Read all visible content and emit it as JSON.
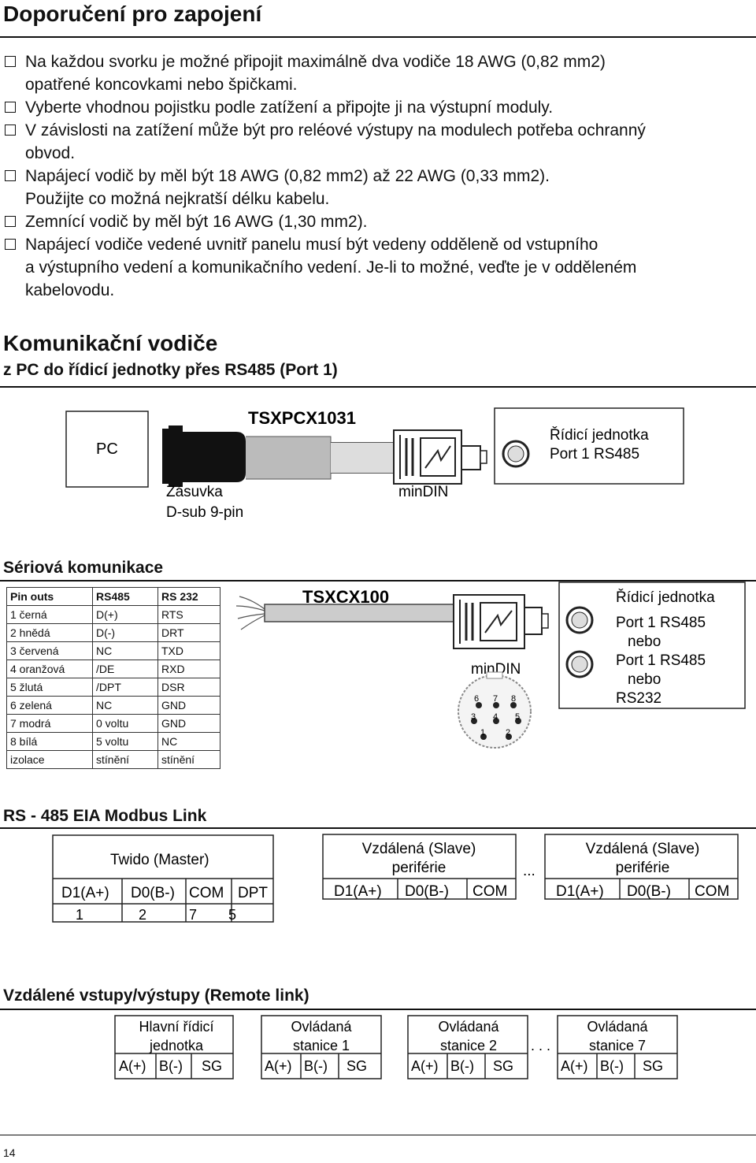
{
  "heading1": "Doporučení pro zapojení",
  "bullets": [
    [
      "Na každou svorku je možné připojit maximálně dva vodiče 18 AWG (0,82 mm2)",
      "opatřené koncovkami nebo špičkami."
    ],
    [
      "Vyberte vhodnou pojistku podle zatížení a připojte ji na výstupní moduly."
    ],
    [
      "V závislosti na zatížení může být pro reléové výstupy na modulech potřeba ochranný",
      "obvod."
    ],
    [
      "Napájecí vodič by měl být 18 AWG (0,82 mm2) až 22 AWG (0,33 mm2).",
      "Použijte co možná nejkratší délku kabelu."
    ],
    [
      "Zemnící vodič by měl být 16 AWG (1,30 mm2)."
    ],
    [
      "Napájecí vodiče vedené uvnitř panelu musí být vedeny odděleně od vstupního",
      "a výstupního vedení a komunikačního vedení. Je-li to možné, veďte je v odděleném",
      "kabelovodu."
    ]
  ],
  "heading2": "Komunikační vodiče",
  "subheading2": "z PC do řídicí jednotky přes RS485 (Port 1)",
  "diag1": {
    "pc": "PC",
    "cable": "TSXPCX1031",
    "socket": [
      "Zásuvka",
      "D-sub 9-pin"
    ],
    "mindin": "minDIN",
    "controller": [
      "Řídicí jednotka",
      "Port 1 RS485"
    ]
  },
  "serial": {
    "title": "Sériová komunikace",
    "headers": [
      "Pin outs",
      "RS485",
      "RS 232"
    ],
    "rows": [
      [
        "1 černá",
        "D(+)",
        "RTS"
      ],
      [
        "2 hnědá",
        "D(-)",
        "DRT"
      ],
      [
        "3 červená",
        "NC",
        "TXD"
      ],
      [
        "4 oranžová",
        "/DE",
        "RXD"
      ],
      [
        "5 žlutá",
        "/DPT",
        "DSR"
      ],
      [
        "6 zelená",
        "NC",
        "GND"
      ],
      [
        "7 modrá",
        "0 voltu",
        "GND"
      ],
      [
        "8 bílá",
        "5 voltu",
        "NC"
      ],
      [
        "izolace",
        "stínění",
        "stínění"
      ]
    ],
    "cable": "TSXCX100",
    "mindin": "minDIN",
    "pins": [
      "6",
      "7",
      "8",
      "3",
      "4",
      "5",
      "1",
      "2"
    ],
    "controller": [
      "Řídicí jednotka",
      "Port 1 RS485",
      "nebo",
      "Port 1 RS485",
      "nebo",
      "RS232"
    ]
  },
  "modbus": {
    "title": "RS - 485 EIA Modbus Link",
    "master": "Twido (Master)",
    "master_ports": [
      "D1(A+)",
      "D0(B-)",
      "COM",
      "DPT"
    ],
    "master_pins": [
      "1",
      "2",
      "7",
      "5"
    ],
    "slave1": [
      "Vzdálená (Slave)",
      "periférie"
    ],
    "slave_ports": [
      "D1(A+)",
      "D0(B-)",
      "COM"
    ],
    "ellipsis": "...",
    "slave2": [
      "Vzdálená (Slave)",
      "periférie"
    ]
  },
  "remote": {
    "title": "Vzdálené vstupy/výstupy (Remote link)",
    "units": [
      [
        "Hlavní řídicí",
        "jednotka"
      ],
      [
        "Ovládaná",
        "stanice 1"
      ],
      [
        "Ovládaná",
        "stanice 2"
      ],
      [
        "Ovládaná",
        "stanice 7"
      ]
    ],
    "ports": [
      "A(+)",
      "B(-)",
      "SG"
    ],
    "ellipsis": ". . ."
  },
  "page_number": "14"
}
